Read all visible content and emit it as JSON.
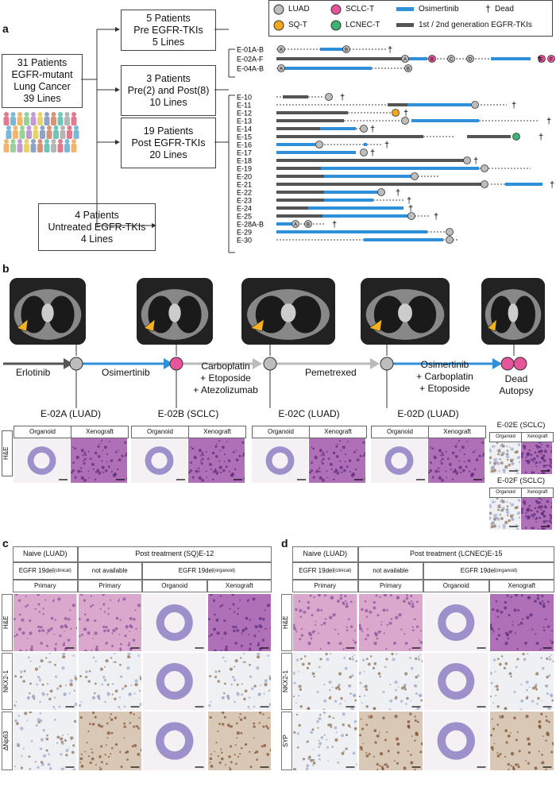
{
  "panel_a": {
    "letter": "a",
    "root_box": [
      "31 Patients",
      "EGFR-mutant",
      "Lung Cancer",
      "39 Lines"
    ],
    "box_pre": [
      "5 Patients",
      "Pre EGFR-TKIs",
      "5 Lines"
    ],
    "box_prepost": [
      "3 Patients",
      "Pre(2) and Post(8)",
      "10 Lines"
    ],
    "box_post": [
      "19 Patients",
      "Post EGFR-TKIs",
      "20 Lines"
    ],
    "box_untreated": [
      "4 Patients",
      "Untreated EGFR-TKIs",
      "4 Lines"
    ],
    "legend": {
      "luad": "LUAD",
      "sclc": "SCLC-T",
      "osimertinib": "Osimertinib",
      "dead": "Dead",
      "sqt": "SQ-T",
      "lcnec": "LCNEC-T",
      "gen_tki": "1st / 2nd generation EGFR-TKIs",
      "colors": {
        "luad": "#bdbdbd",
        "sclc": "#e6559c",
        "sqt": "#f2a81d",
        "lcnec": "#3db371",
        "osimertinib": "#2f8fd8",
        "gen_tki": "#555555"
      }
    },
    "swimmer_rows": [
      "E-01A-B",
      "E-02A-F",
      "E-04A-B",
      "E-10",
      "E-11",
      "E-12",
      "E-13",
      "E-14",
      "E-15",
      "E-16",
      "E-17",
      "E-18",
      "E-19",
      "E-20",
      "E-21",
      "E-22",
      "E-23",
      "E-24",
      "E-25",
      "E-28A-B",
      "E-29",
      "E-30"
    ],
    "dead_symbol": "†"
  },
  "panel_b": {
    "letter": "b",
    "treatments": {
      "t1": "Erlotinib",
      "t2": "Osimertinib",
      "t3": [
        "Carboplatin",
        "+ Etoposide",
        "+ Atezolizumab"
      ],
      "t4": "Pemetrexed",
      "t5": [
        "Osimertinib",
        "+ Carboplatin",
        "+ Etoposide"
      ],
      "end": [
        "Dead",
        "Autopsy"
      ]
    },
    "samples": [
      {
        "title": "E-02A (LUAD)"
      },
      {
        "title": "E-02B (SCLC)"
      },
      {
        "title": "E-02C (LUAD)"
      },
      {
        "title": "E-02D (LUAD)"
      },
      {
        "title": "E-02E (SCLC)"
      },
      {
        "title": "E-02F (SCLC)"
      }
    ],
    "col_organoid": "Organoid",
    "col_xenograft": "Xenograft",
    "row_he": "H&E"
  },
  "panel_c": {
    "letter": "c",
    "naive": "Naive (LUAD)",
    "post": "Post treatment (SQ)",
    "case": "E-12",
    "egfr_clinical": "EGFR 19del",
    "clinical": "(clinical)",
    "not_available": "not available",
    "egfr_organoid": "EGFR 19del",
    "organoid_tag": "(organoid)",
    "cols": [
      "Primary",
      "Primary",
      "Organoid",
      "Xenograft"
    ],
    "rows": [
      "H&E",
      "NKX2-1",
      "ΔNp63"
    ]
  },
  "panel_d": {
    "letter": "d",
    "naive": "Naive (LUAD)",
    "post": "Post treatment (LCNEC)",
    "case": "E-15",
    "egfr_clinical": "EGFR 19del",
    "clinical": "(clinical)",
    "not_available": "not available",
    "egfr_organoid": "EGFR 19del",
    "organoid_tag": "(organoid)",
    "cols": [
      "Primary",
      "Primary",
      "Organoid",
      "Xenograft"
    ],
    "rows": [
      "H&E",
      "NKX2-1",
      "SYP"
    ]
  }
}
